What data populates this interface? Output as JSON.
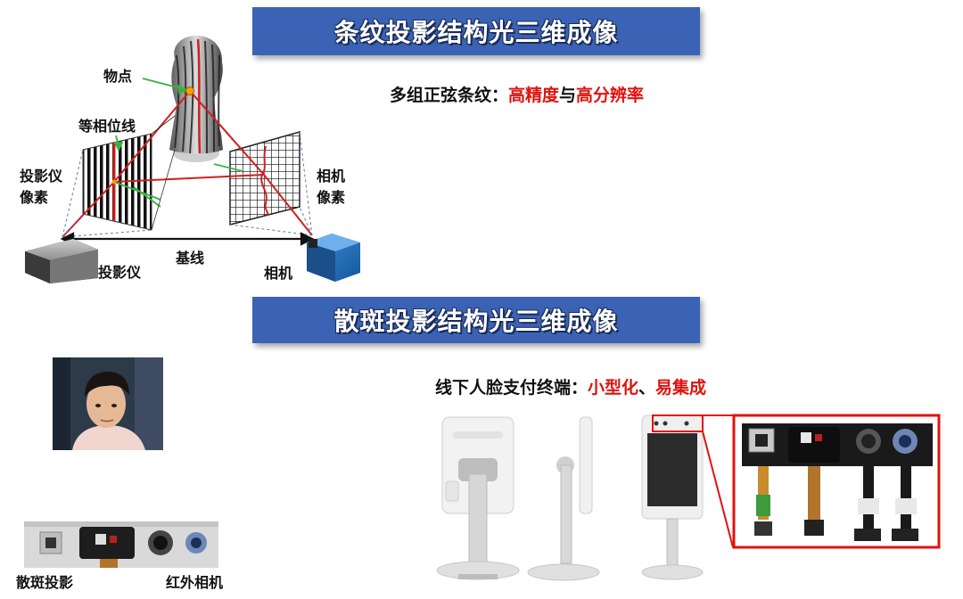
{
  "sections": [
    {
      "title": "条纹投影结构光三维成像",
      "subtitle_prefix": "多组正弦条纹：",
      "subtitle_highlight_1": "高精度",
      "subtitle_joiner": "与",
      "subtitle_highlight_2": "高分辨率"
    },
    {
      "title": "散斑投影结构光三维成像",
      "subtitle_prefix": "线下人脸支付终端：",
      "subtitle_highlight_1": "小型化",
      "subtitle_joiner": "、",
      "subtitle_highlight_2": "易集成"
    }
  ],
  "diagram_labels": {
    "object_point": "物点",
    "isophase_line": "等相位线",
    "projector_pixel_line1": "投影仪",
    "projector_pixel_line2": "像素",
    "camera_pixel_line1": "相机",
    "camera_pixel_line2": "像素",
    "baseline": "基线",
    "projector": "投影仪",
    "camera": "相机"
  },
  "module_labels": {
    "speckle_projection": "散斑投影",
    "infrared_camera": "红外相机"
  },
  "colors": {
    "banner_blue": "#3a63b5",
    "highlight_red": "#e0130e",
    "ray_red": "#d21f1f",
    "ray_green": "#3cb043",
    "camera_blue": "#1e73c8"
  }
}
